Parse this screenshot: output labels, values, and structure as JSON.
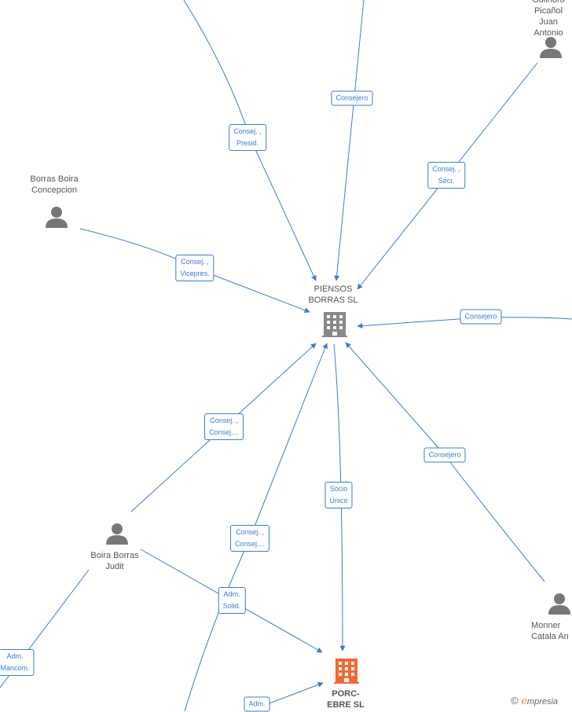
{
  "nodes": {
    "piensos": {
      "label": "PIENSOS\nBORRAS SL",
      "kind": "company",
      "color": "#888888"
    },
    "porc": {
      "label": "PORC-\nEBRE  SL",
      "kind": "company",
      "color": "#f06a35"
    },
    "borras_boira": {
      "label": "Borras Boira\nConcepcion",
      "kind": "person"
    },
    "boira_borras": {
      "label": "Boira Borras\nJudit",
      "kind": "person"
    },
    "gulinoro": {
      "label": "Gulinoro\nPicañol Juan\nAntonio",
      "kind": "person"
    },
    "monner": {
      "label": "Monner\nCatala An",
      "kind": "person"
    }
  },
  "edges": [
    {
      "label": "Consej. ,\nPresid."
    },
    {
      "label": "Consejero"
    },
    {
      "label": "Consej. ,\nSecr."
    },
    {
      "label": "Consej. ,\nVicepres."
    },
    {
      "label": "Consejero"
    },
    {
      "label": "Consej. ,\nConsej...."
    },
    {
      "label": "Consejero"
    },
    {
      "label": "Socio\nÚnico"
    },
    {
      "label": "Consej. ,\nConsej...."
    },
    {
      "label": "Adm.\nSolid."
    },
    {
      "label": "Adm.\nMancom."
    },
    {
      "label": "Adm."
    }
  ],
  "watermark": {
    "copyright": "©",
    "brand_initial": "e",
    "brand_rest": "mpresia"
  },
  "colors": {
    "edge": "#3a7bd5",
    "person_icon": "#777777",
    "company_gray": "#888888",
    "company_orange": "#f06a35"
  }
}
